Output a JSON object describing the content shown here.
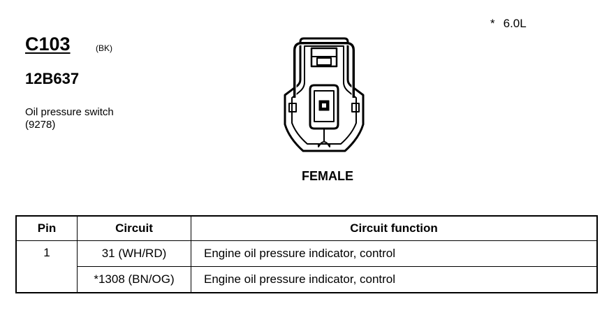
{
  "engine_note": {
    "marker": "*",
    "text": "6.0L"
  },
  "connector": {
    "id": "C103",
    "color": "(BK)",
    "part_number": "12B637",
    "description_line1": "Oil pressure switch",
    "description_line2": "(9278)",
    "gender": "FEMALE"
  },
  "table": {
    "headers": {
      "pin": "Pin",
      "circuit": "Circuit",
      "function": "Circuit function"
    },
    "rows": [
      {
        "pin": "1",
        "circuit": "31 (WH/RD)",
        "function": "Engine oil pressure indicator, control"
      },
      {
        "circuit": "*1308 (BN/OG)",
        "function": "Engine oil pressure indicator, control"
      }
    ]
  }
}
